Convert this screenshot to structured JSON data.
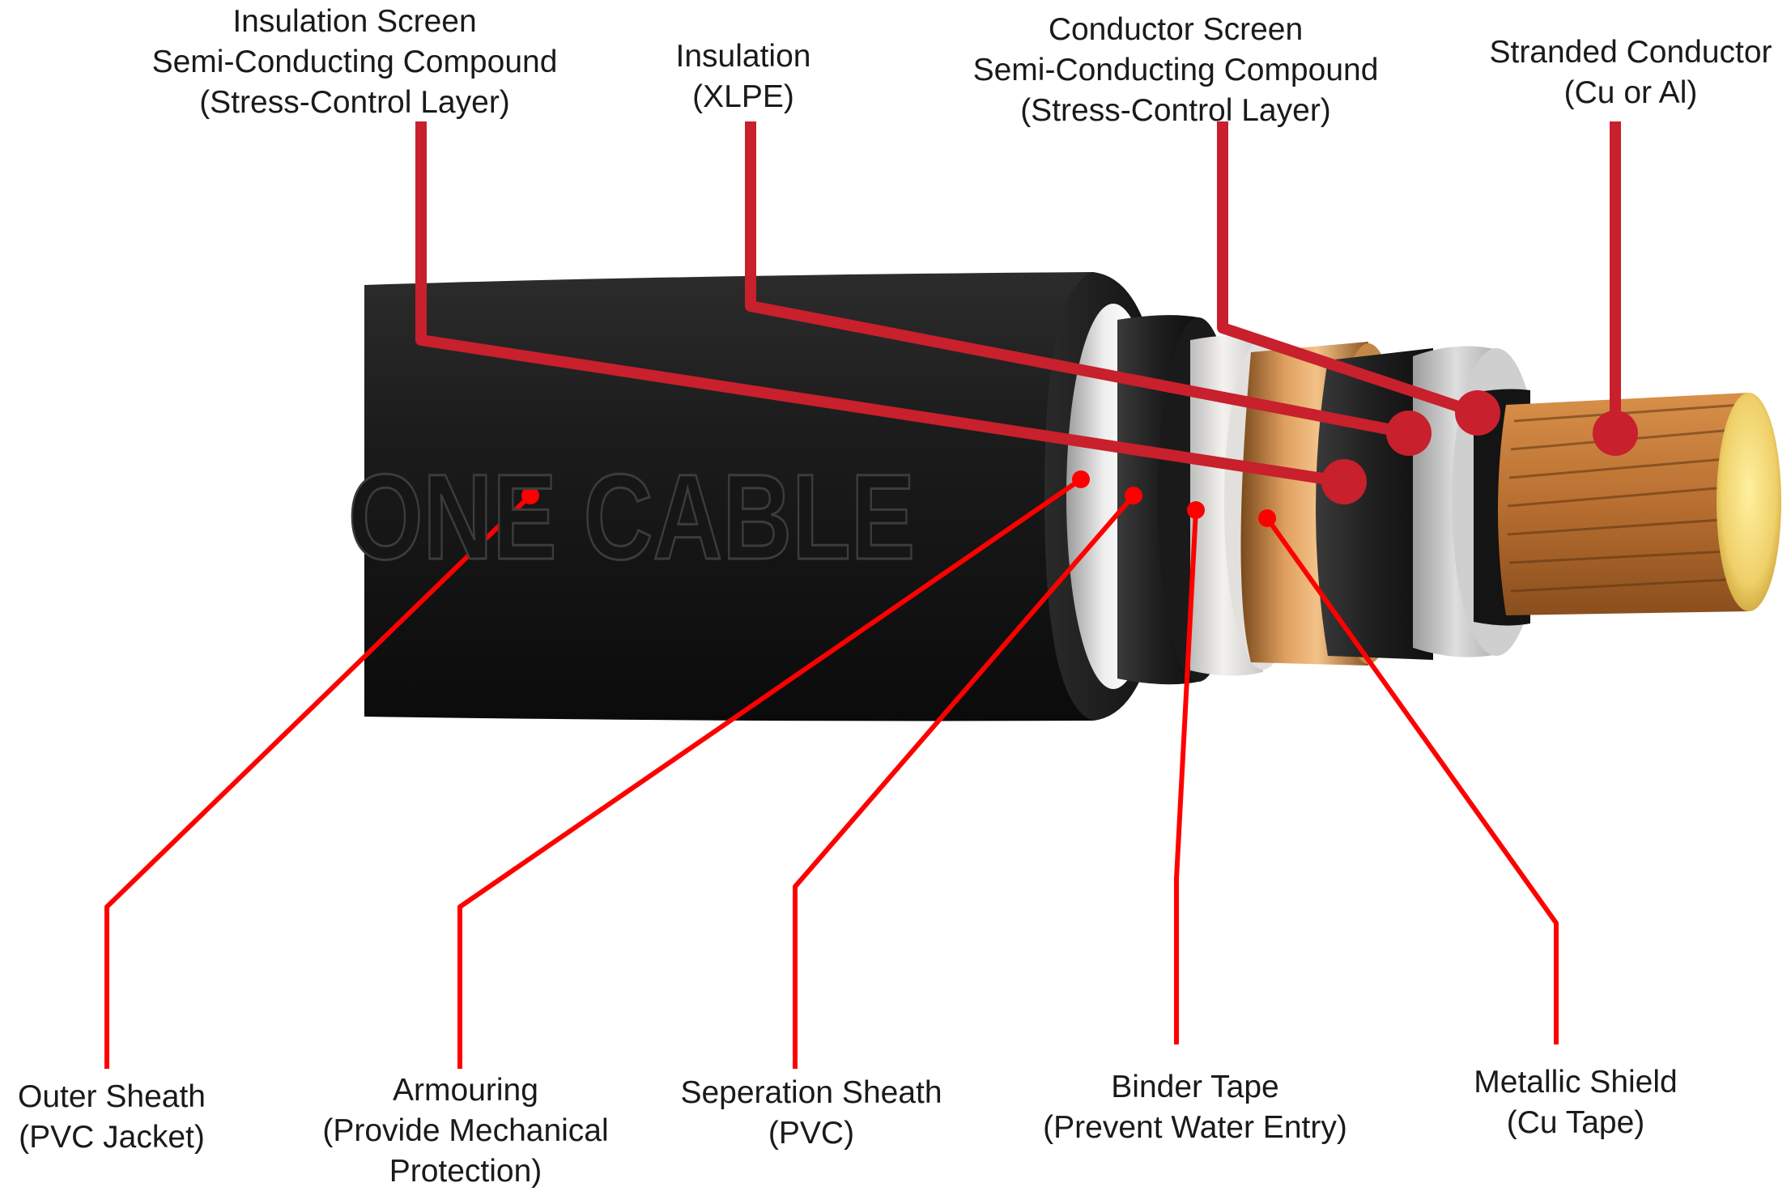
{
  "brand_text": "ONE CABLE",
  "colors": {
    "callout_top": "#c8202c",
    "callout_bottom": "#ff0000",
    "jacket": "#1b1b1b",
    "copper": "#c88a4a",
    "core": "#e8c84a"
  },
  "top_labels": [
    {
      "id": "insulation-screen",
      "lines": [
        "Insulation Screen",
        "Semi-Conducting Compound",
        "(Stress-Control Layer)"
      ]
    },
    {
      "id": "insulation",
      "lines": [
        "Insulation",
        "(XLPE)"
      ]
    },
    {
      "id": "conductor-screen",
      "lines": [
        "Conductor Screen",
        "Semi-Conducting Compound",
        "(Stress-Control Layer)"
      ]
    },
    {
      "id": "stranded-conductor",
      "lines": [
        "Stranded Conductor",
        "(Cu or Al)"
      ]
    }
  ],
  "bottom_labels": [
    {
      "id": "outer-sheath",
      "lines": [
        "Outer Sheath",
        "(PVC Jacket)"
      ]
    },
    {
      "id": "armouring",
      "lines": [
        "Armouring",
        "(Provide Mechanical",
        "Protection)"
      ]
    },
    {
      "id": "separation-sheath",
      "lines": [
        "Seperation Sheath",
        "(PVC)"
      ]
    },
    {
      "id": "binder-tape",
      "lines": [
        "Binder Tape",
        "(Prevent Water Entry)"
      ]
    },
    {
      "id": "metallic-shield",
      "lines": [
        "Metallic Shield",
        "(Cu Tape)"
      ]
    }
  ]
}
